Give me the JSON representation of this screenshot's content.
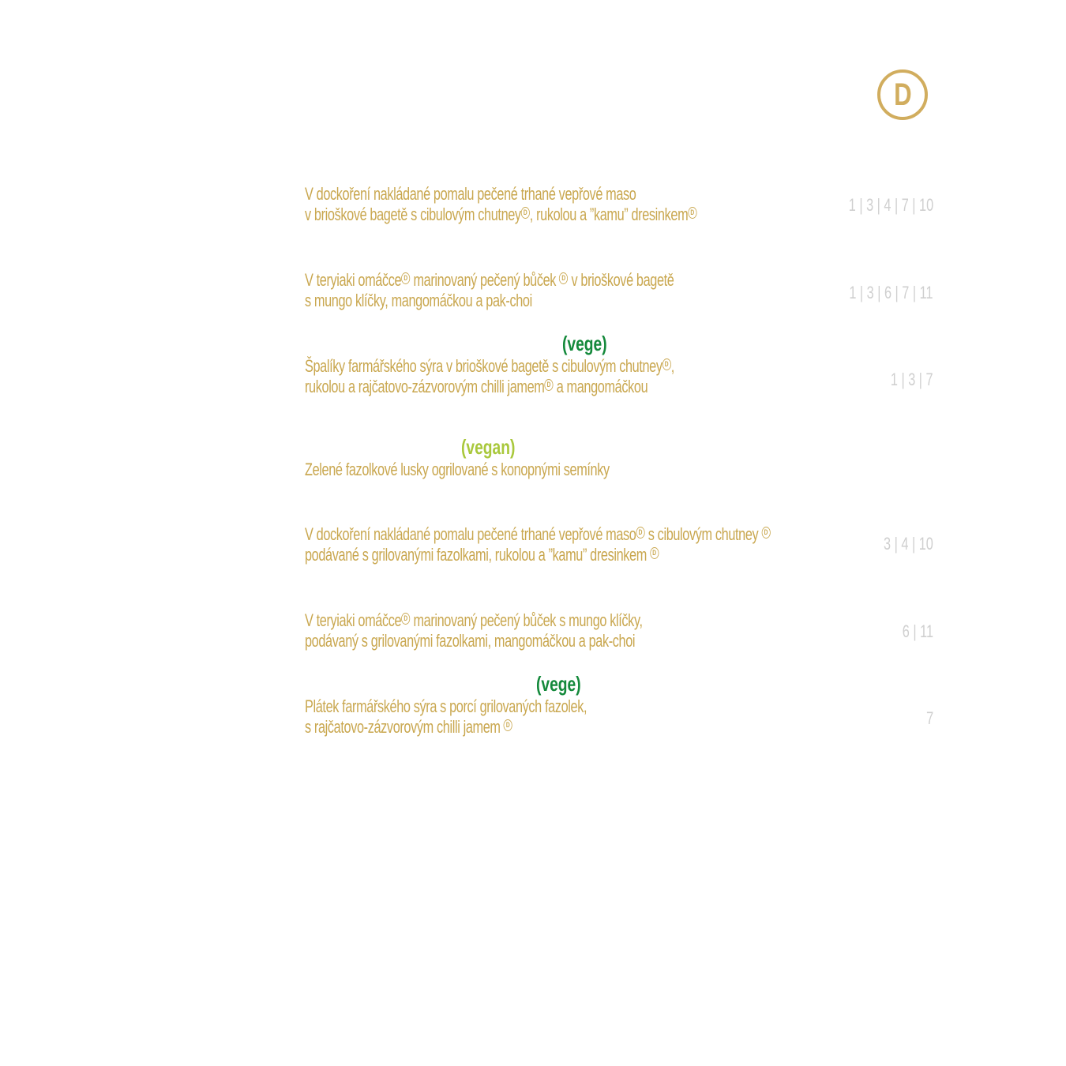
{
  "logo": {
    "letter": "D"
  },
  "colors": {
    "gold": "#c9a74f",
    "vege": "#14893b",
    "vegan": "#a9c83c",
    "allergen": "#cfcfcf"
  },
  "icons": {
    "dmark": "circled-d-icon"
  },
  "items": [
    {
      "lines": [
        [
          "V dockoření nakládané pomalu pečené trhané vepřové maso"
        ],
        [
          "v brioškové bagetě s cibulovým chutney",
          "D",
          ", rukolou a ”kamu” dresinkem",
          "D"
        ]
      ],
      "allergens": "1 | 3 | 4 | 7 | 10"
    },
    {
      "lines": [
        [
          "V teryiaki omáčce",
          "D",
          " marinovaný pečený bůček ",
          "D",
          " v brioškové bagetě"
        ],
        [
          "s mungo klíčky, mangomáčkou a pak-choi"
        ]
      ],
      "allergens": "1 | 3 | 6 | 7 | 11"
    },
    {
      "tag": "(vege)",
      "lines": [
        [
          "Špalíky farmářského sýra v brioškové bagetě s cibulovým chutney",
          "D",
          ","
        ],
        [
          "rukolou a rajčatovo-zázvorovým chilli jamem",
          "D",
          " a mangomáčkou"
        ]
      ],
      "allergens": "1 | 3 | 7"
    },
    {
      "tag": "(vegan)",
      "lines": [
        [
          "Zelené fazolkové lusky ogrilované s konopnými semínky"
        ]
      ],
      "allergens": ""
    },
    {
      "lines": [
        [
          "V dockoření nakládané pomalu pečené trhané vepřové maso",
          "D",
          " s cibulovým chutney ",
          "D"
        ],
        [
          "podávané s grilovanými fazolkami, rukolou a ”kamu” dresinkem ",
          "D"
        ]
      ],
      "allergens": "3 | 4 | 10"
    },
    {
      "lines": [
        [
          "V teryiaki omáčce",
          "D",
          " marinovaný pečený bůček s mungo klíčky,"
        ],
        [
          "podávaný s grilovanými fazolkami, mangomáčkou a pak-choi"
        ]
      ],
      "allergens": "6 | 11"
    },
    {
      "tag": "(vege)",
      "lines": [
        [
          "Plátek farmářského sýra s porcí grilovaných fazolek,"
        ],
        [
          "s rajčatovo-zázvorovým chilli jamem ",
          "D"
        ]
      ],
      "allergens": "7"
    }
  ]
}
